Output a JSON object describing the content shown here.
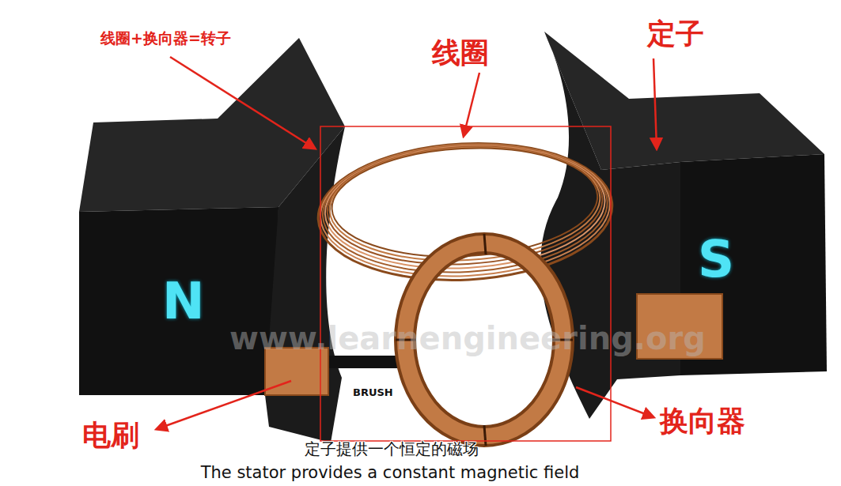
{
  "diagram": {
    "labels": [
      "线圈+换向器=转子",
      "线圈",
      "定子",
      "N",
      "S",
      "www.learnengineering.org",
      "BRUSH",
      "电刷",
      "换向器",
      "定子提供一个恒定的磁场",
      "The stator provides a constant magnetic field"
    ]
  }
}
